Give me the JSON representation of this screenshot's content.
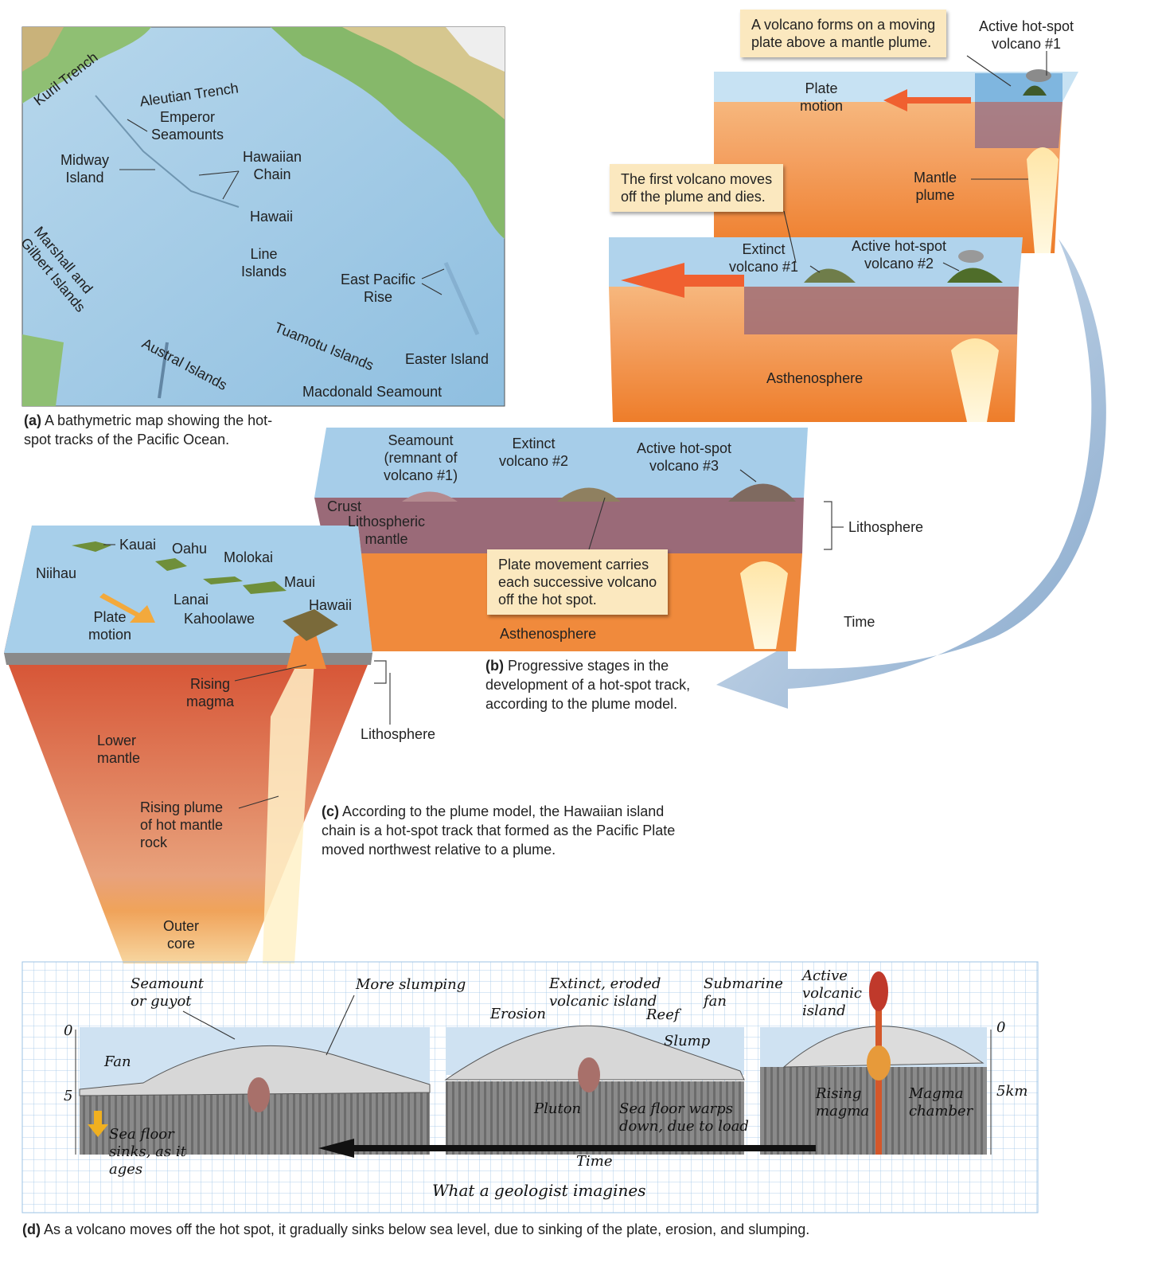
{
  "panel_a": {
    "labels": {
      "kuril": "Kuril Trench",
      "aleutian": "Aleutian Trench",
      "emperor": "Emperor\nSeamounts",
      "midway": "Midway\nIsland",
      "hawaiian_chain": "Hawaiian\nChain",
      "hawaii": "Hawaii",
      "marshall": "Marshall and\nGilbert Islands",
      "line": "Line\nIslands",
      "east_pacific": "East Pacific\nRise",
      "tuamotu": "Tuamotu Islands",
      "austral": "Austral Islands",
      "easter": "Easter Island",
      "macdonald": "Macdonald Seamount"
    },
    "caption_letter": "(a)",
    "caption": "A bathymetric map showing the hot-spot tracks of the Pacific Ocean."
  },
  "panel_b": {
    "callout1": "A volcano forms on a moving\nplate above a mantle plume.",
    "active1": "Active hot-spot\nvolcano #1",
    "plate_motion": "Plate\nmotion",
    "callout2": "The first volcano moves\noff the plume and dies.",
    "mantle_plume": "Mantle\nplume",
    "extinct1": "Extinct\nvolcano #1",
    "active2": "Active hot-spot\nvolcano #2",
    "asthenosphere_top": "Asthenosphere",
    "seamount": "Seamount\n(remnant of\nvolcano #1)",
    "extinct2": "Extinct\nvolcano #2",
    "active3": "Active hot-spot\nvolcano #3",
    "crust": "Crust",
    "lith_mantle": "Lithospheric\nmantle",
    "lithosphere": "Lithosphere",
    "callout3": "Plate movement carries\neach successive volcano\noff the hot spot.",
    "time": "Time",
    "asthenosphere_bottom": "Asthenosphere",
    "caption_letter": "(b)",
    "caption": "Progressive stages in the development of a hot-spot track, according to the plume model."
  },
  "panel_c": {
    "kauai": "Kauai",
    "oahu": "Oahu",
    "niihau": "Niihau",
    "molokai": "Molokai",
    "maui": "Maui",
    "lanai": "Lanai",
    "kahoolawe": "Kahoolawe",
    "hawaii": "Hawaii",
    "plate_motion": "Plate\nmotion",
    "rising_magma": "Rising\nmagma",
    "lithosphere": "Lithosphere",
    "lower_mantle": "Lower\nmantle",
    "rising_plume": "Rising plume\nof hot mantle\nrock",
    "outer_core": "Outer\ncore",
    "caption_letter": "(c)",
    "caption": "According to the plume model, the Hawaiian island chain is a hot-spot track that formed as the Pacific Plate moved northwest relative to a plume."
  },
  "panel_d": {
    "seamount": "Seamount\nor guyot",
    "more_slumping": "More slumping",
    "fan": "Fan",
    "sea_floor_sinks": "Sea floor\nsinks, as it\nages",
    "tick0_left": "0",
    "tick5_left": "5",
    "extinct_island": "Extinct, eroded\nvolcanic island",
    "erosion": "Erosion",
    "reef": "Reef",
    "slump": "Slump",
    "submarine_fan": "Submarine\nfan",
    "pluton": "Pluton",
    "sea_floor_warps": "Sea floor warps\ndown, due to load",
    "active_island": "Active\nvolcanic\nisland",
    "rising_magma": "Rising\nmagma",
    "magma_chamber": "Magma\nchamber",
    "tick0_right": "0",
    "tick5_right": "5km",
    "time": "Time",
    "subtitle": "What a geologist imagines",
    "caption_letter": "(d)",
    "caption": "As a volcano moves off the hot spot, it gradually sinks below sea level, due to sinking of the plate, erosion, and slumping."
  },
  "colors": {
    "ocean": "#a9cde6",
    "sea_blue": "#9ec7e4",
    "asthenosphere": "#f0883a",
    "lith_mantle": "#9a6a78",
    "callout": "#fbe8bf",
    "time_arrow": "#8eaed0",
    "plume": "#fff2c8"
  }
}
